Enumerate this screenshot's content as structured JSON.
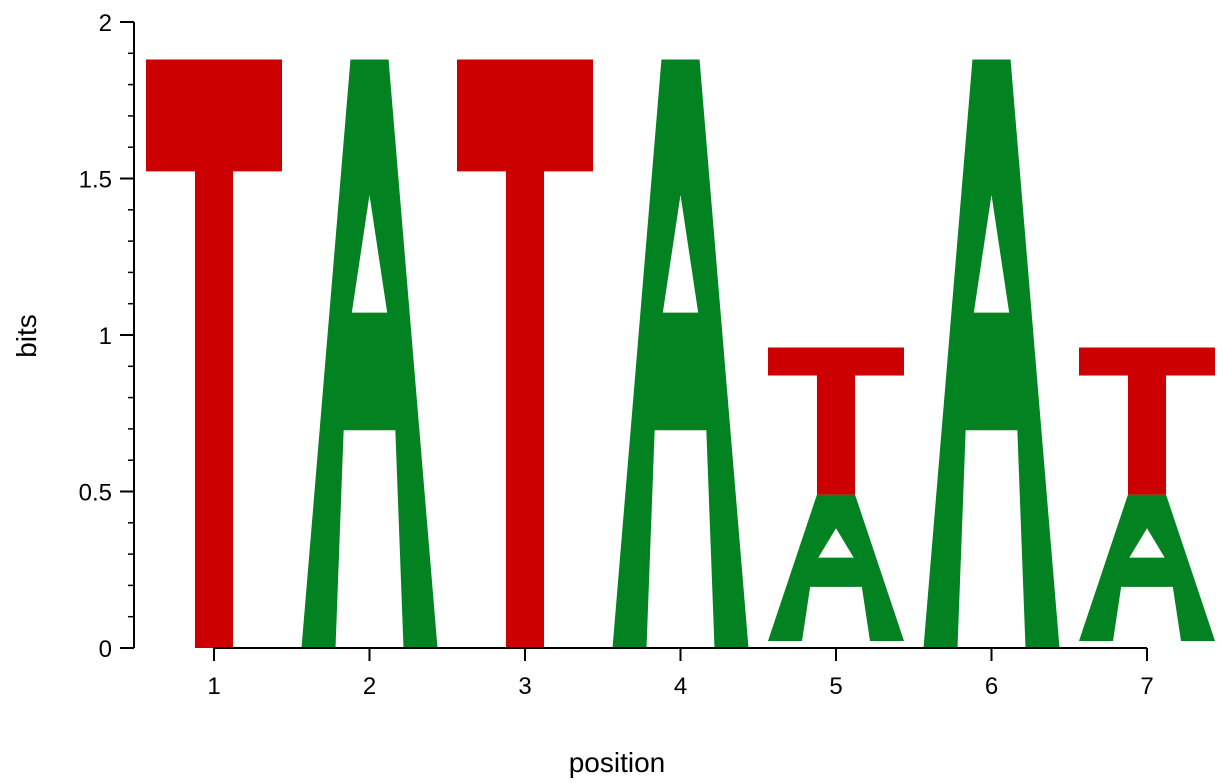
{
  "chart_data": {
    "type": "sequence-logo",
    "xlabel": "position",
    "ylabel": "bits",
    "ylim": [
      0,
      2
    ],
    "yticks": [
      0,
      0.5,
      1,
      1.5,
      2
    ],
    "ytick_labels": [
      "0",
      "0.5",
      "1",
      "1.5",
      "2"
    ],
    "positions": [
      1,
      2,
      3,
      4,
      5,
      6,
      7
    ],
    "colors": {
      "A": "#028220",
      "T": "#cc0000"
    },
    "columns": [
      {
        "position": 1,
        "letters": [
          {
            "letter": "T",
            "bits": 1.88
          }
        ]
      },
      {
        "position": 2,
        "letters": [
          {
            "letter": "A",
            "bits": 1.88
          }
        ]
      },
      {
        "position": 3,
        "letters": [
          {
            "letter": "T",
            "bits": 1.88
          }
        ]
      },
      {
        "position": 4,
        "letters": [
          {
            "letter": "A",
            "bits": 1.88
          }
        ]
      },
      {
        "position": 5,
        "letters": [
          {
            "letter": "A",
            "bits": 0.49
          },
          {
            "letter": "T",
            "bits": 0.47
          }
        ]
      },
      {
        "position": 6,
        "letters": [
          {
            "letter": "A",
            "bits": 1.88
          }
        ]
      },
      {
        "position": 7,
        "letters": [
          {
            "letter": "A",
            "bits": 0.49
          },
          {
            "letter": "T",
            "bits": 0.47
          }
        ]
      }
    ]
  }
}
